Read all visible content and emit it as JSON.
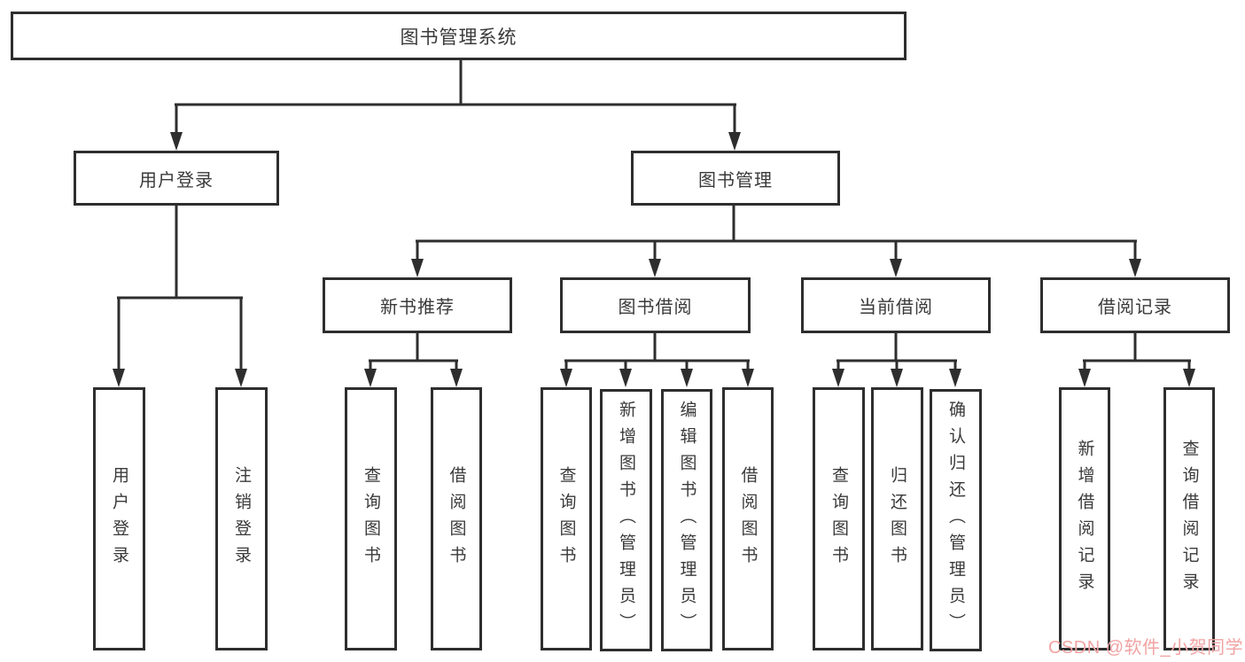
{
  "diagram": {
    "type": "tree",
    "tree": {
      "root": {
        "label": "图书管理系统",
        "children": [
          {
            "label": "用户登录",
            "children": [
              {
                "label": "用户登录"
              },
              {
                "label": "注销登录"
              }
            ]
          },
          {
            "label": "图书管理",
            "children": [
              {
                "label": "新书推荐",
                "children": [
                  {
                    "label": "查询图书"
                  },
                  {
                    "label": "借阅图书"
                  }
                ]
              },
              {
                "label": "图书借阅",
                "children": [
                  {
                    "label": "查询图书"
                  },
                  {
                    "label": "新增图书（管理员）"
                  },
                  {
                    "label": "编辑图书（管理员）"
                  },
                  {
                    "label": "借阅图书"
                  }
                ]
              },
              {
                "label": "当前借阅",
                "children": [
                  {
                    "label": "查询图书"
                  },
                  {
                    "label": "归还图书"
                  },
                  {
                    "label": "确认归还（管理员）"
                  }
                ]
              },
              {
                "label": "借阅记录",
                "children": [
                  {
                    "label": "新增借阅记录"
                  },
                  {
                    "label": "查询借阅记录"
                  }
                ]
              }
            ]
          }
        ]
      }
    }
  },
  "watermark": {
    "text": "CSDN @软件_小贺同学"
  },
  "colors": {
    "line": "#2e2e2e",
    "text": "#3a3a3a",
    "watermark": "#f1a3a3",
    "background": "#ffffff"
  }
}
